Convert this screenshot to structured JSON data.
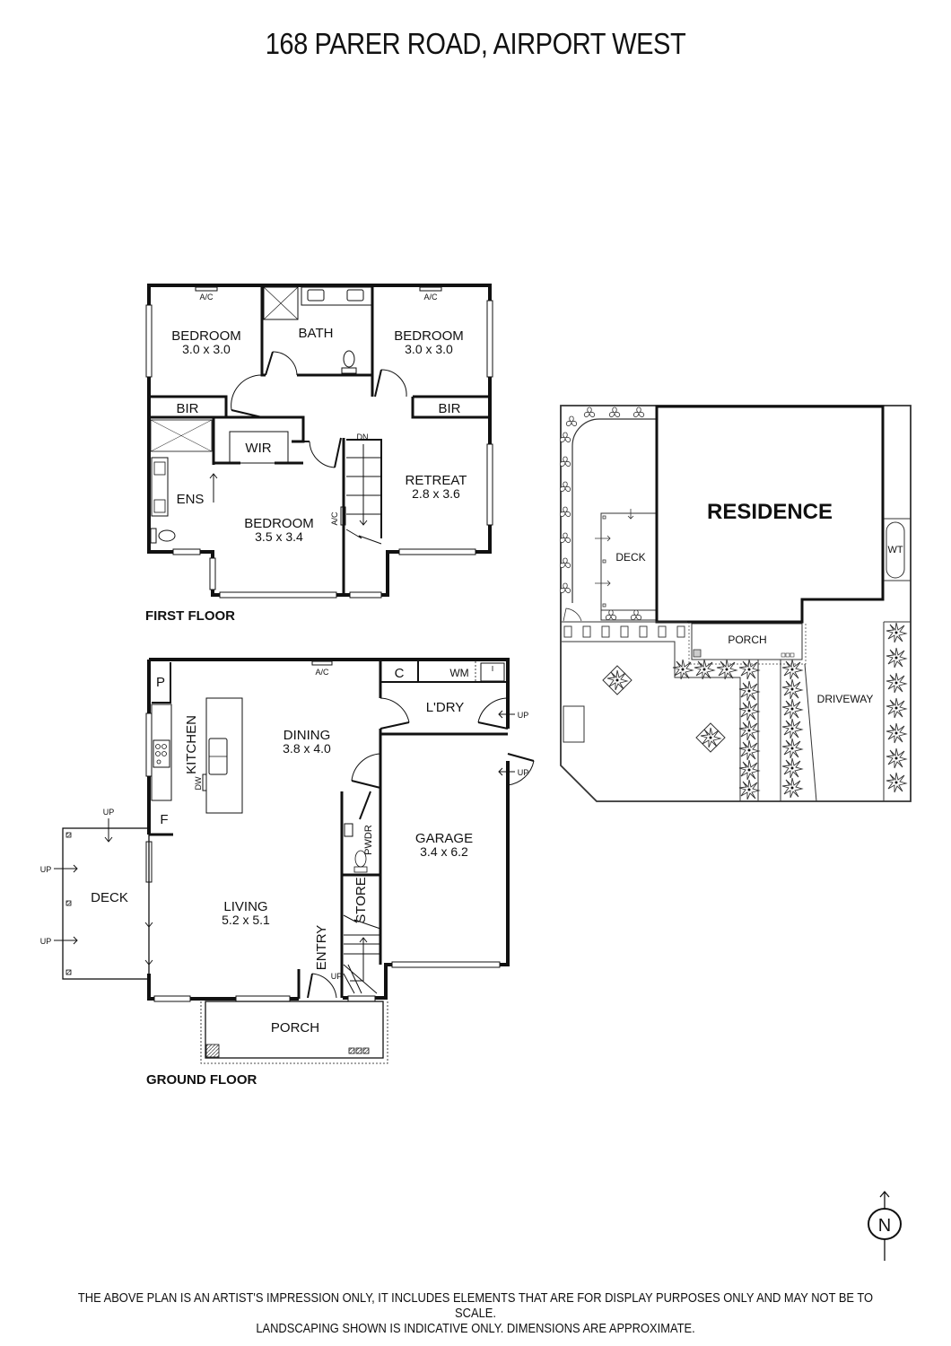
{
  "title": "168 PARER ROAD, AIRPORT WEST",
  "first_floor": {
    "label": "FIRST FLOOR",
    "rooms": [
      {
        "name": "BEDROOM",
        "dim": "3.0 x 3.0"
      },
      {
        "name": "BATH"
      },
      {
        "name": "BEDROOM",
        "dim": "3.0 x 3.0"
      },
      {
        "name": "BIR"
      },
      {
        "name": "BIR"
      },
      {
        "name": "WIR"
      },
      {
        "name": "ENS"
      },
      {
        "name": "BEDROOM",
        "dim": "3.5 x 3.4"
      },
      {
        "name": "RETREAT",
        "dim": "2.8 x 3.6"
      }
    ],
    "annotations": {
      "ac": "A/C",
      "dn": "DN"
    }
  },
  "ground_floor": {
    "label": "GROUND FLOOR",
    "rooms": [
      {
        "name": "P"
      },
      {
        "name": "KITCHEN"
      },
      {
        "name": "DINING",
        "dim": "3.8 x 4.0"
      },
      {
        "name": "C"
      },
      {
        "name": "WM"
      },
      {
        "name": "L'DRY"
      },
      {
        "name": "F"
      },
      {
        "name": "GARAGE",
        "dim": "3.4 x 6.2"
      },
      {
        "name": "PWDR"
      },
      {
        "name": "STORE"
      },
      {
        "name": "LIVING",
        "dim": "5.2 x 5.1"
      },
      {
        "name": "ENTRY"
      },
      {
        "name": "DECK"
      },
      {
        "name": "PORCH"
      }
    ],
    "annotations": {
      "ac": "A/C",
      "dw": "DW",
      "up": "UP"
    }
  },
  "site_plan": {
    "residence": "RESIDENCE",
    "deck": "DECK",
    "porch": "PORCH",
    "driveway": "DRIVEWAY",
    "wt": "WT"
  },
  "compass": {
    "label": "N"
  },
  "disclaimer": {
    "line1": "THE ABOVE PLAN IS AN ARTIST'S IMPRESSION ONLY, IT INCLUDES ELEMENTS THAT ARE FOR DISPLAY PURPOSES ONLY AND MAY NOT BE TO SCALE.",
    "line2": "LANDSCAPING SHOWN IS INDICATIVE ONLY. DIMENSIONS ARE APPROXIMATE."
  }
}
